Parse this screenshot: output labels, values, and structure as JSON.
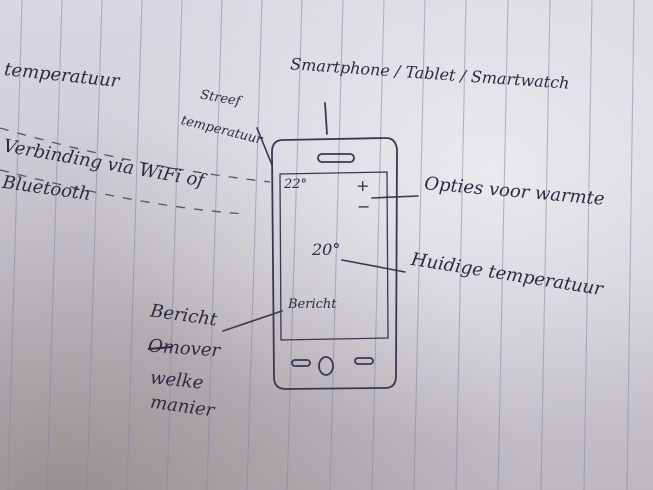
{
  "labels": {
    "temperatuur": "temperatuur",
    "device": "Smartphone / Tablet / Smartwatch",
    "streef_line1": "Streef",
    "streef_line2": "temperatuur",
    "verbinding_line1": "Verbinding via WiFi of",
    "verbinding_line2": "Bluetooth",
    "opties": "Opties voor warmte",
    "huidige": "Huidige temperatuur",
    "bericht_line1": "Bericht",
    "bericht_line2": "Omover",
    "bericht_line3": "welke",
    "bericht_line4": "manier"
  },
  "phone_screen": {
    "target_temp": "22°",
    "plus": "+",
    "minus": "−",
    "current_temp": "20°",
    "message": "Bericht"
  }
}
